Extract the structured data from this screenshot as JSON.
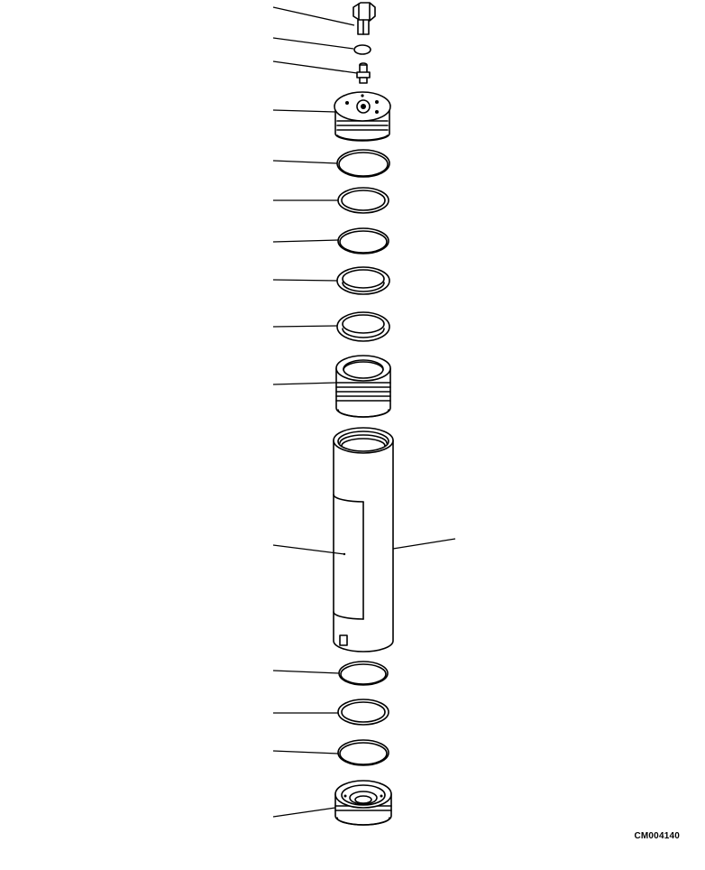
{
  "figure_code": "CM004140",
  "parts": [
    "hex-plug",
    "small-o-ring",
    "grease-fitting",
    "cylinder-head",
    "o-ring",
    "backup-ring",
    "o-ring",
    "seal",
    "wear-ring",
    "piston",
    "cylinder-tube",
    "o-ring",
    "backup-ring",
    "o-ring",
    "end-cap"
  ]
}
